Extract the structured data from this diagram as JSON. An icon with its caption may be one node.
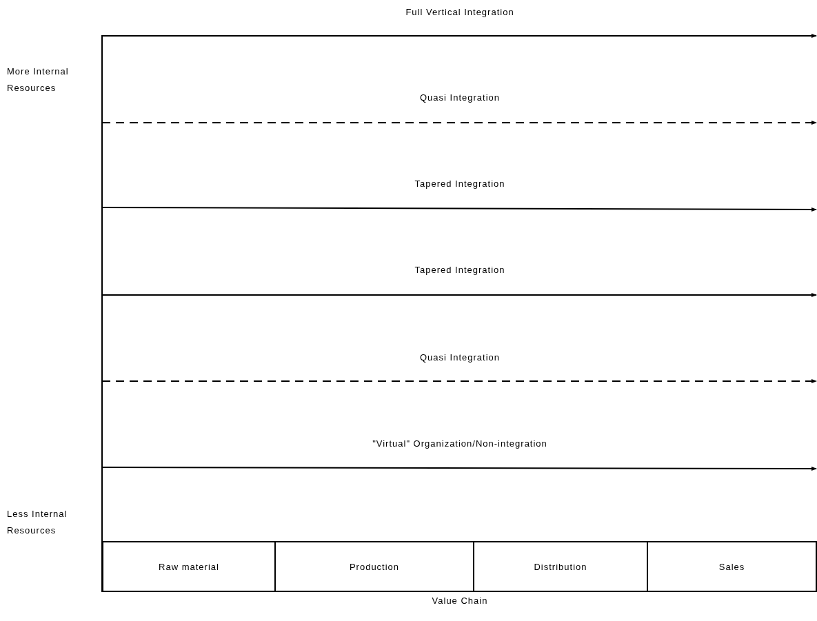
{
  "diagram": {
    "nodes": [
      {
        "text": [
          "Raw material"
        ]
      },
      {
        "text": [
          "Production"
        ]
      },
      {
        "text": [
          "Distribution"
        ]
      },
      {
        "text": [
          "Sales"
        ]
      }
    ],
    "labels": [
      "Full Vertical Integration",
      "More Internal Resources",
      "Quasi Integration",
      "Tapered Integration",
      "Tapered Integration",
      "Quasi Integration",
      "\"Virtual\" Organization/Non-integration",
      "Less Internal Resources",
      "Value Chain"
    ]
  }
}
